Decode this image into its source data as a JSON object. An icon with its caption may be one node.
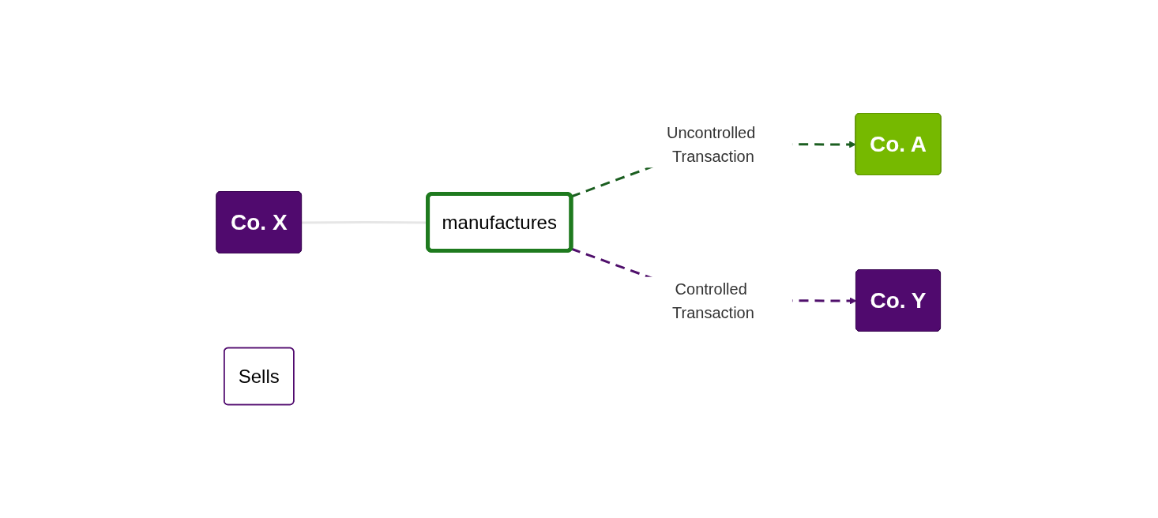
{
  "diagram": {
    "nodes": [
      {
        "text": [
          "Co. X"
        ]
      },
      {
        "text": [
          "manufactures"
        ]
      },
      {
        "text": [
          "Co. A"
        ]
      },
      {
        "text": [
          "Sells"
        ]
      },
      {
        "text": [
          "Co. Y"
        ]
      }
    ],
    "edges": [
      {
        "from": 0,
        "to": 1,
        "arrow": "none",
        "color": "#e6e6e6"
      },
      {
        "from": 1,
        "to": 2,
        "arrow": "to",
        "label": "Uncontrolled Transaction",
        "style": "dashed",
        "color": "#1b5e20"
      },
      {
        "from": 1,
        "to": 4,
        "arrow": "to",
        "label": "Controlled Transaction",
        "style": "dashed",
        "color": "#4f0f6b"
      }
    ]
  }
}
